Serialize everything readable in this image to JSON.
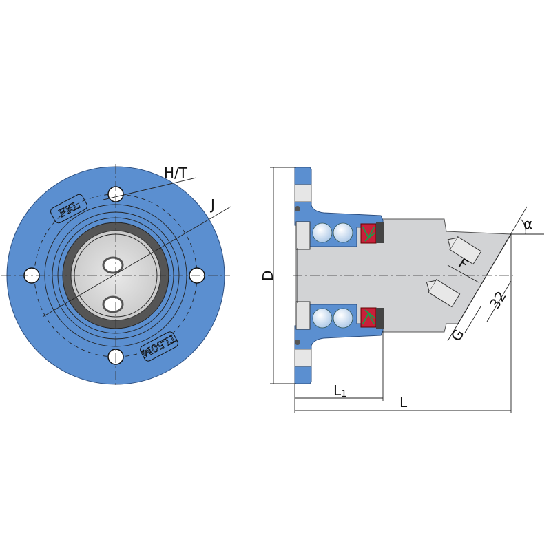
{
  "colors": {
    "housing_blue": "#5b8fd0",
    "shaft_grey": "#d2d3d5",
    "seal_ring_dark": "#555555",
    "seal_red": "#c8203a",
    "seal_green": "#1f9a4a",
    "ball_light": "#cfe0f2"
  },
  "front_view": {
    "logo_text": "FKL",
    "stamp_text": "TL50M",
    "label_hole": "H/T",
    "label_bolt_circle": "J"
  },
  "side_view": {
    "label_diameter": "D",
    "label_length_1_main": "L",
    "label_length_1_sub": "1",
    "label_length": "L",
    "label_thread_depth": "F",
    "label_spacing": "32",
    "label_thread": "G",
    "label_angle": "α"
  }
}
